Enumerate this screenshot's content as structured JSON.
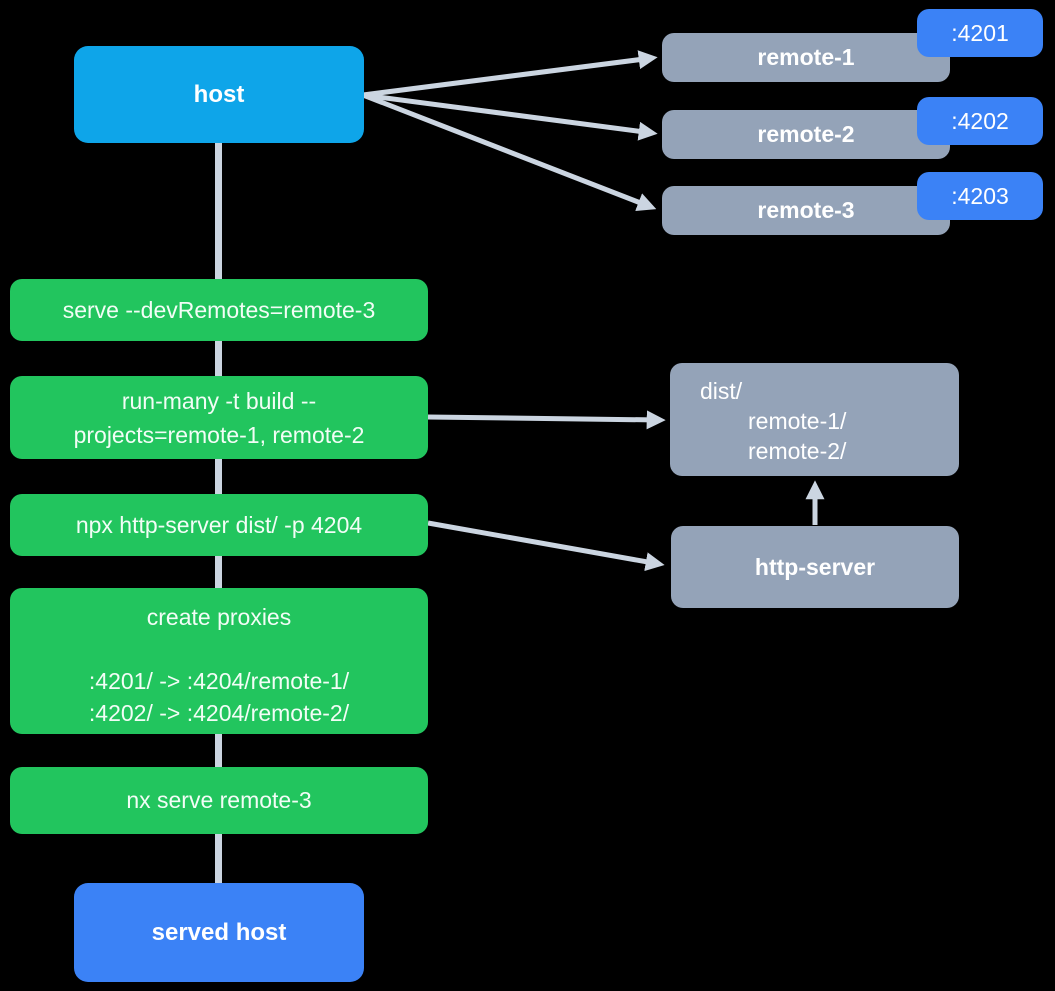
{
  "colors": {
    "background": "#000000",
    "host_fill": "#0EA5E9",
    "remote_fill": "#94A3B8",
    "port_badge_fill": "#3B82F6",
    "command_fill": "#22C55E",
    "served_host_fill": "#3B82F6",
    "edge": "#CBD5E1",
    "text": "#FFFFFF"
  },
  "nodes": {
    "host": {
      "label": "host"
    },
    "remotes": [
      {
        "label": "remote-1",
        "port": ":4201"
      },
      {
        "label": "remote-2",
        "port": ":4202"
      },
      {
        "label": "remote-3",
        "port": ":4203"
      }
    ],
    "commands": [
      {
        "lines": [
          "serve --devRemotes=remote-3"
        ]
      },
      {
        "lines": [
          "run-many -t build --",
          "projects=remote-1, remote-2"
        ]
      },
      {
        "lines": [
          "npx http-server dist/ -p 4204"
        ]
      },
      {
        "title": "create proxies",
        "lines": [
          ":4201/ -> :4204/remote-1/",
          ":4202/ -> :4204/remote-2/"
        ]
      },
      {
        "lines": [
          "nx serve remote-3"
        ]
      }
    ],
    "dist_folder": {
      "lines": [
        "dist/",
        "remote-1/",
        "remote-2/"
      ]
    },
    "http_server": {
      "label": "http-server"
    },
    "served_host": {
      "label": "served host"
    }
  }
}
